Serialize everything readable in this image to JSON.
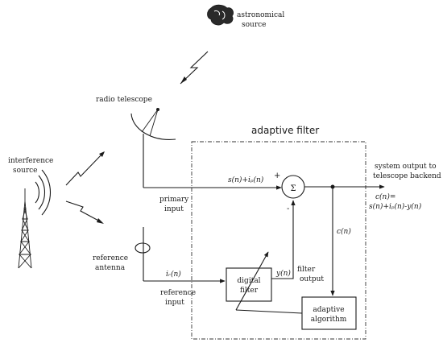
{
  "labels": {
    "astronomical_source_1": "astronomical",
    "astronomical_source_2": "source",
    "radio_telescope": "radio telescope",
    "interference_source_1": "interference",
    "interference_source_2": "source",
    "reference_antenna_1": "reference",
    "reference_antenna_2": "antenna",
    "adaptive_filter": "adaptive filter",
    "primary_signal": "s(n)+iₚ(n)",
    "primary_input_1": "primary",
    "primary_input_2": "input",
    "reference_signal": "iᵣ(n)",
    "reference_input_1": "reference",
    "reference_input_2": "input",
    "plus_sign": "+",
    "minus_sign": "-",
    "summer_symbol": "Σ",
    "digital_filter_1": "digital",
    "digital_filter_2": "filter",
    "filter_signal": "y(n)",
    "filter_output_1": "filter",
    "filter_output_2": "output",
    "error_signal": "c(n)",
    "adaptive_algorithm_1": "adaptive",
    "adaptive_algorithm_2": "algorithm",
    "system_output_1": "system output to",
    "system_output_2": "telescope backend",
    "output_equation_1": "c(n)=",
    "output_equation_2": "s(n)+iₚ(n)-y(n)"
  }
}
